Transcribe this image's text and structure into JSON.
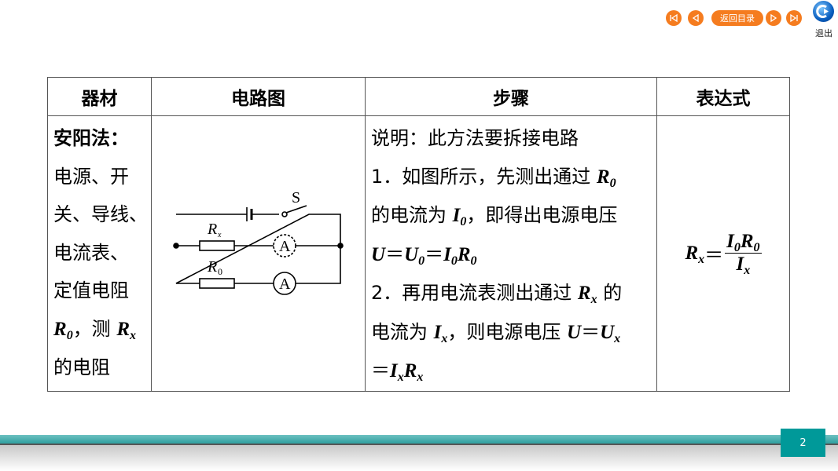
{
  "nav": {
    "first": "first-page",
    "prev": "previous-page",
    "toc_label": "返回目录",
    "next": "next-page",
    "last": "last-page",
    "exit_label": "退出"
  },
  "table": {
    "headers": [
      "器材",
      "电路图",
      "步骤",
      "表达式"
    ],
    "equipment": [
      [
        {
          "t": "安阳法：",
          "b": true
        }
      ],
      [
        "电源、开"
      ],
      [
        "关、导线、"
      ],
      [
        "电流表、"
      ],
      [
        "定值电阻"
      ],
      [
        {
          "v": "R",
          "s": "0"
        },
        "，测 ",
        {
          "v": "R",
          "s": "x"
        }
      ],
      [
        "的电阻"
      ]
    ],
    "circuit": {
      "switch": "S",
      "rx_label": "R",
      "rx_sub": "x",
      "r0_label": "R",
      "r0_sub": "0",
      "ammeter": "A"
    },
    "steps": [
      [
        "说明：此方法要拆接电路"
      ],
      [
        "1．如图所示，先测出通过 ",
        {
          "v": "R",
          "s": "0"
        }
      ],
      [
        "的电流为 ",
        {
          "v": "I",
          "s": "0"
        },
        "，即得出电源电压"
      ],
      [
        {
          "v": "U"
        },
        "＝",
        {
          "v": "U",
          "s": "0"
        },
        "＝",
        {
          "v": "I",
          "s": "0"
        },
        {
          "v": "R",
          "s": "0"
        }
      ],
      [
        "2．再用电流表测出通过 ",
        {
          "v": "R",
          "s": "x"
        },
        " 的"
      ],
      [
        "电流为 ",
        {
          "v": "I",
          "s": "x"
        },
        "，则电源电压 ",
        {
          "v": "U"
        },
        "＝",
        {
          "v": "U",
          "s": "x"
        }
      ],
      [
        "＝",
        {
          "v": "I",
          "s": "x"
        },
        {
          "v": "R",
          "s": "x"
        }
      ]
    ],
    "expression": {
      "lhs": "R",
      "lhs_sub": "x",
      "eq": "＝",
      "num1": "I",
      "num1_sub": "0",
      "num2": "R",
      "num2_sub": "0",
      "den": "I",
      "den_sub": "x"
    }
  },
  "footer": {
    "page": "2"
  }
}
